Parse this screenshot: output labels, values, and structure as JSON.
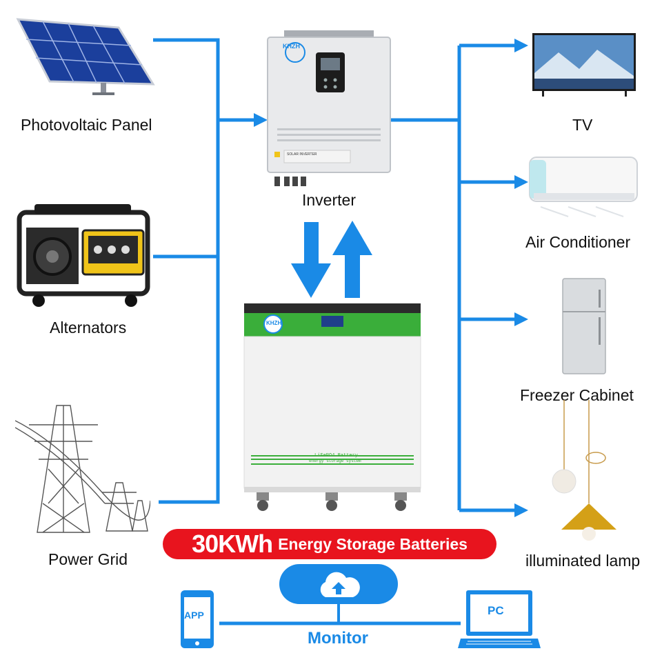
{
  "sources": [
    {
      "label": "Photovoltaic Panel"
    },
    {
      "label": "Alternators"
    },
    {
      "label": "Power Grid"
    }
  ],
  "inverter": {
    "label": "Inverter",
    "brand": "KHZH",
    "plate": "SOLAR INVERTER"
  },
  "battery": {
    "brand": "KHZH",
    "line1": "LiFePO4 Battery",
    "line2": "energy storage system"
  },
  "loads": [
    {
      "label": "TV"
    },
    {
      "label": "Air Conditioner"
    },
    {
      "label": "Freezer Cabinet"
    },
    {
      "label": "illuminated lamp"
    }
  ],
  "banner": {
    "capacity": "30KWh",
    "text": "Energy Storage Batteries"
  },
  "monitor": {
    "label": "Monitor",
    "app": "APP",
    "pc": "PC"
  },
  "colors": {
    "flow": "#1a8ae6",
    "banner": "#e8141e",
    "battery_band": "#3aae3a"
  }
}
